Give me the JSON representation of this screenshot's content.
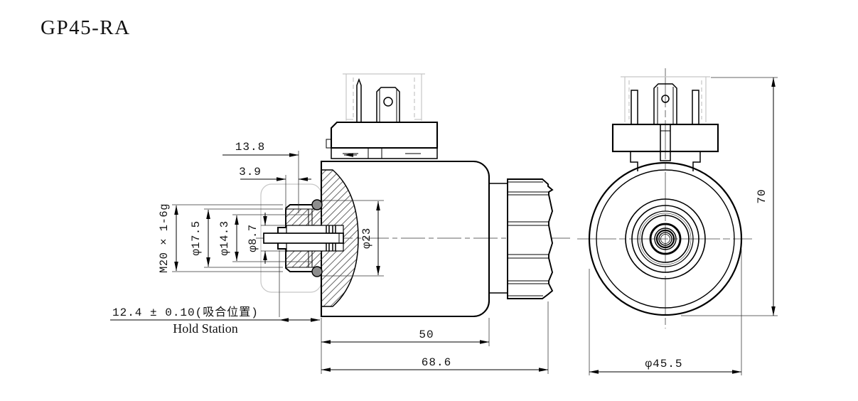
{
  "title": "GP45-RA",
  "side_view": {
    "dims": {
      "d13_8": "13.8",
      "d3_9": "3.9",
      "thread": "M20 × 1-6g",
      "d17_5": "φ17.5",
      "d14_3": "φ14.3",
      "d8_7": "φ8.7",
      "d23": "φ23",
      "hold_value": "12.4 ± 0.10(吸合位置)",
      "hold_label": "Hold Station",
      "d50": "50",
      "d68_6": "68.6"
    }
  },
  "front_view": {
    "dims": {
      "d70": "70",
      "d45_5": "φ45.5"
    }
  },
  "colors": {
    "line": "#000000",
    "hatch": "#666666",
    "ghost_outline": "#c6c6c6",
    "o_ring": "#8d8d8d",
    "background": "#ffffff"
  }
}
